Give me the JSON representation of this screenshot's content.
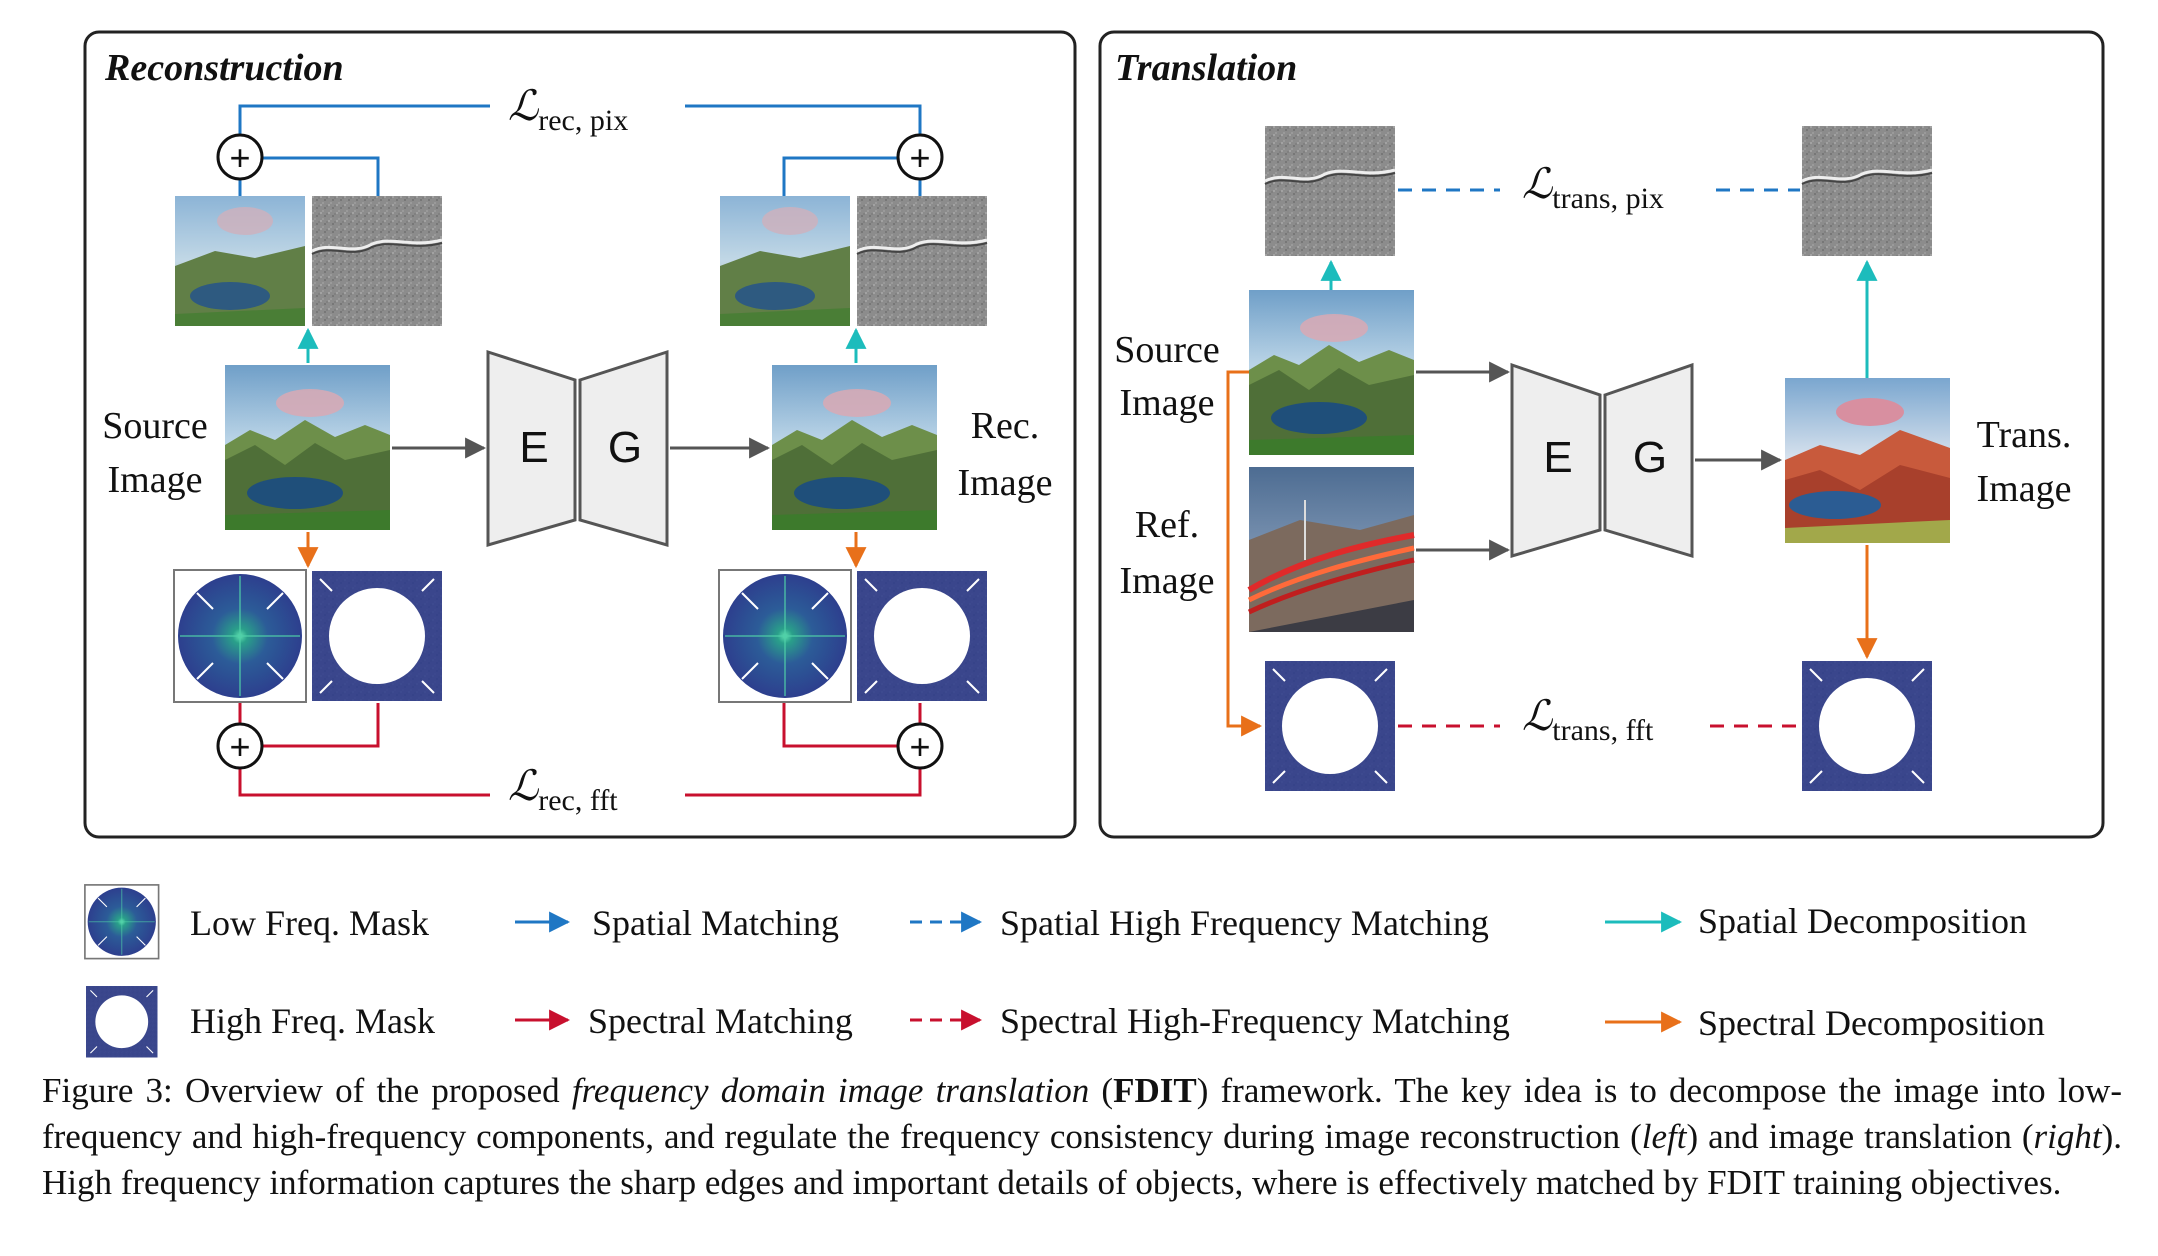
{
  "panels": {
    "reconstruction": {
      "title": "Reconstruction",
      "loss_pix": "rec, pix",
      "loss_fft": "rec, fft",
      "source_label": [
        "Source",
        "Image"
      ],
      "rec_label": [
        "Rec.",
        "Image"
      ],
      "encoder": "E",
      "generator": "G"
    },
    "translation": {
      "title": "Translation",
      "loss_pix": "trans, pix",
      "loss_fft": "trans, fft",
      "source_label": [
        "Source",
        "Image"
      ],
      "ref_label": [
        "Ref.",
        "Image"
      ],
      "trans_label": [
        "Trans.",
        "Image"
      ],
      "encoder": "E",
      "generator": "G"
    }
  },
  "loss_symbol": "ℒ",
  "plus_symbol": "+",
  "legend": {
    "low_mask": "Low Freq. Mask",
    "high_mask": "High Freq. Mask",
    "spatial_matching": "Spatial Matching",
    "spectral_matching": "Spectral Matching",
    "spatial_hf_matching": "Spatial High Frequency Matching",
    "spectral_hf_matching": "Spectral High-Frequency Matching",
    "spatial_decomposition": "Spatial Decomposition",
    "spectral_decomposition": "Spectral Decomposition"
  },
  "colors": {
    "spatial_blue": "#1f77c4",
    "spectral_red": "#c8102e",
    "spatial_decomp_cyan": "#1cbcbc",
    "spectral_decomp_orange": "#e8701a",
    "mask_navy": "#2b3a8c"
  },
  "caption": {
    "prefix": "Figure 3:",
    "p1": " Overview of the proposed ",
    "italic1": "frequency domain image translation",
    "p2": " (",
    "bold1": "FDIT",
    "p3": ") framework. The key idea is to decompose the image into low-frequency and high-frequency components, and regulate the frequency consistency during image reconstruction (",
    "italic2": "left",
    "p4": ") and image translation (",
    "italic3": "right",
    "p5": "). High frequency information captures the sharp edges and important details of objects, where is effectively matched by FDIT training objectives."
  }
}
